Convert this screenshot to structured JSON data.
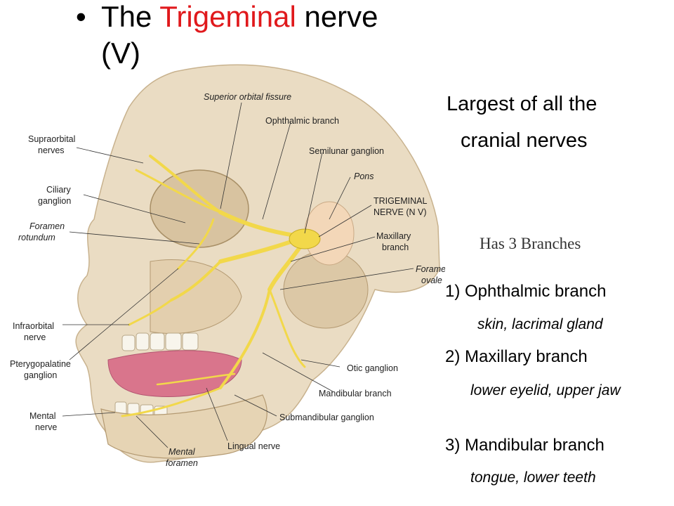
{
  "title": {
    "bullet": "•",
    "prefix": "The ",
    "accent": "Trigeminal",
    "suffix": " nerve",
    "line2": "(V)"
  },
  "figure_labels": {
    "superior_orbital_fissure": "Superior orbital fissure",
    "ophthalmic_branch": "Ophthalmic branch",
    "supraorbital_line1": "Supraorbital",
    "supraorbital_line2": "nerves",
    "semilunar_ganglion": "Semilunar ganglion",
    "pons": "Pons",
    "ciliary_line1": "Ciliary",
    "ciliary_line2": "ganglion",
    "trigeminal_line1": "TRIGEMINAL",
    "trigeminal_line2": "NERVE (N V)",
    "foramen_rotundum_line1": "Foramen",
    "foramen_rotundum_line2": "rotundum",
    "maxillary_line1": "Maxillary",
    "maxillary_line2": "branch",
    "foramen_ovale_line1": "Foramen",
    "foramen_ovale_line2": "ovale",
    "infraorbital_line1": "Infraorbital",
    "infraorbital_line2": "nerve",
    "pterygopalatine_line1": "Pterygopalatine",
    "pterygopalatine_line2": "ganglion",
    "otic_ganglion": "Otic ganglion",
    "mandibular_branch": "Mandibular branch",
    "mental_nerve_line1": "Mental",
    "mental_nerve_line2": "nerve",
    "submandibular_ganglion": "Submandibular ganglion",
    "lingual_nerve": "Lingual nerve",
    "mental_foramen_line1": "Mental",
    "mental_foramen_line2": "foramen"
  },
  "summary": {
    "line1": "Largest of all the",
    "line2": "cranial nerves"
  },
  "branches": {
    "heading": "Has 3 Branches",
    "items": [
      {
        "label": "1) Ophthalmic branch",
        "desc": "skin, lacrimal gland"
      },
      {
        "label": "2) Maxillary branch",
        "desc": "lower eyelid, upper jaw"
      },
      {
        "label": "3) Mandibular branch",
        "desc": "tongue, lower teeth"
      }
    ]
  },
  "colors": {
    "accent": "#e0191c",
    "nerve": "#f2d84a",
    "bone": "#e9d9bf",
    "tongue": "#d9758c"
  }
}
